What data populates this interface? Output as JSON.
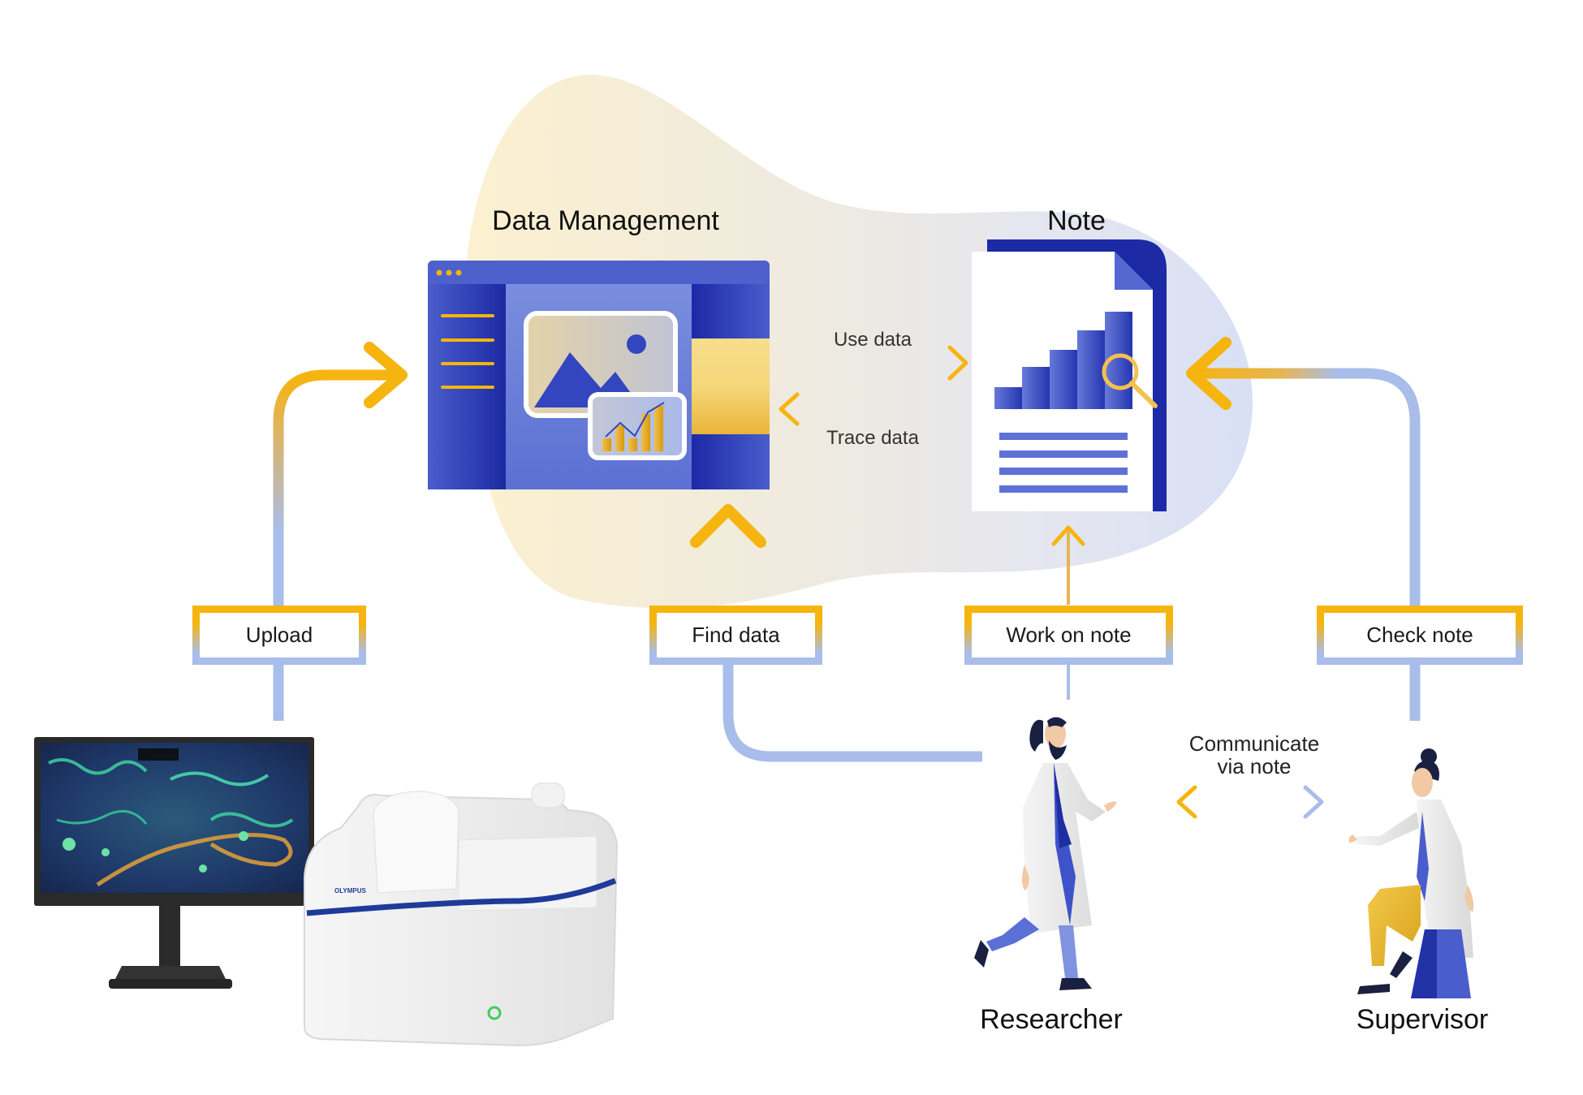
{
  "diagram": {
    "data_management": {
      "title": "Data Management"
    },
    "note": {
      "title": "Note"
    },
    "flows": {
      "use_data": "Use data",
      "trace_data": "Trace data"
    },
    "steps": [
      {
        "id": "upload",
        "label": "Upload"
      },
      {
        "id": "find-data",
        "label": "Find data"
      },
      {
        "id": "work-on-note",
        "label": "Work on note"
      },
      {
        "id": "check-note",
        "label": "Check note"
      }
    ],
    "roles": {
      "researcher": "Researcher",
      "supervisor": "Supervisor"
    },
    "communicate": {
      "line1": "Communicate",
      "line2": "via note"
    },
    "device": {
      "brand": "OLYMPUS"
    }
  },
  "colors": {
    "accent_yellow": "#f6b40e",
    "accent_blue": "#3f51c4",
    "dark_blue": "#1a2aa8",
    "light_blue": "#a9bdea",
    "blob_warm": "#fbefd0",
    "blob_cool": "#dde3f5"
  }
}
